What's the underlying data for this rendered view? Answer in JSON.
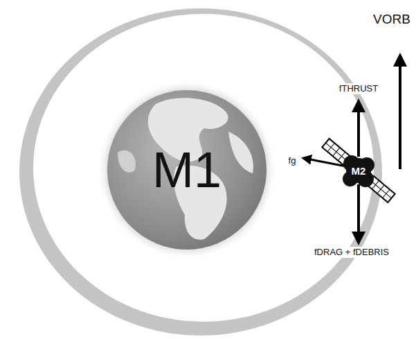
{
  "diagram": {
    "nodes": [
      {
        "text": [
          "M1"
        ]
      },
      {
        "text": [
          "M2"
        ]
      }
    ],
    "edges": [],
    "labels": [
      "fg",
      "fTHRUST",
      "fDRAG + fDEBRIS",
      "VORB"
    ]
  }
}
